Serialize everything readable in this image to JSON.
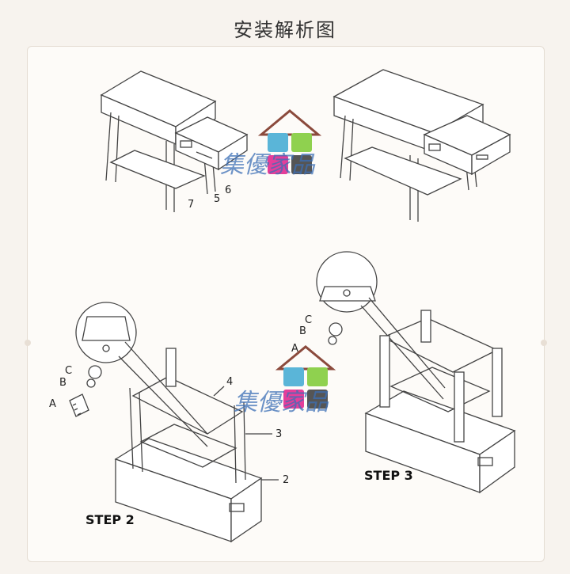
{
  "title": "安装解析图",
  "watermark": "集優家品",
  "part_labels": {
    "p7": "7",
    "p5": "5",
    "p6": "6",
    "p4": "4",
    "p3": "3",
    "p2": "2",
    "pA": "A",
    "pB": "B",
    "pC": "C",
    "pA2": "A",
    "pB2": "B",
    "pC2": "C"
  },
  "steps": {
    "step2": "STEP 2",
    "step3": "STEP 3"
  },
  "colors": {
    "line": "#444444",
    "watermark_text": "#3c6fb6",
    "roof": "#8b4a3c"
  }
}
